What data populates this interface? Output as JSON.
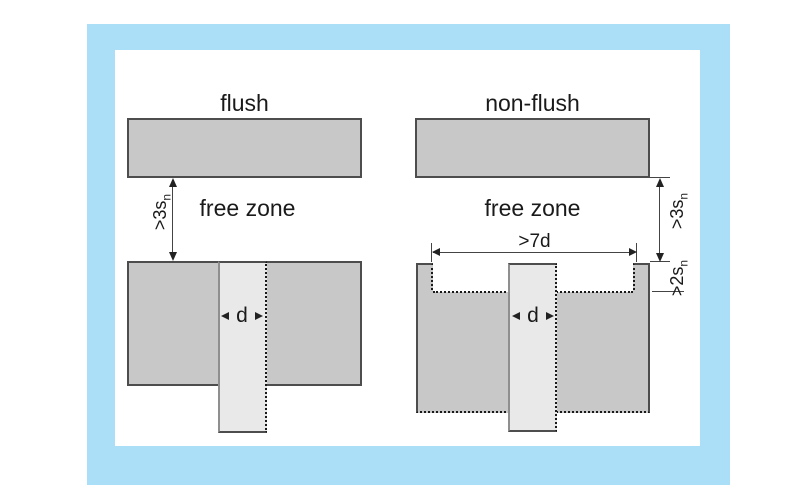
{
  "colors": {
    "frame_blue": "#abdef7",
    "block_fill": "#c8c8c8",
    "sensor_fill": "#e9e9e9",
    "outline_dark": "#4d4d4d",
    "dimension_line": "#444444",
    "text": "#1a1a1a"
  },
  "flush_diagram": {
    "title": "flush",
    "free_zone_label": "free zone",
    "clearance_dim": {
      "base": ">3s",
      "sub": "n"
    },
    "diameter_dim": "d"
  },
  "nonflush_diagram": {
    "title": "non-flush",
    "free_zone_label": "free zone",
    "clearance_dim": {
      "base": ">3s",
      "sub": "n"
    },
    "recess_depth_dim": {
      "base": ">2s",
      "sub": "n"
    },
    "mounting_width_dim": ">7d",
    "diameter_dim": "d"
  }
}
